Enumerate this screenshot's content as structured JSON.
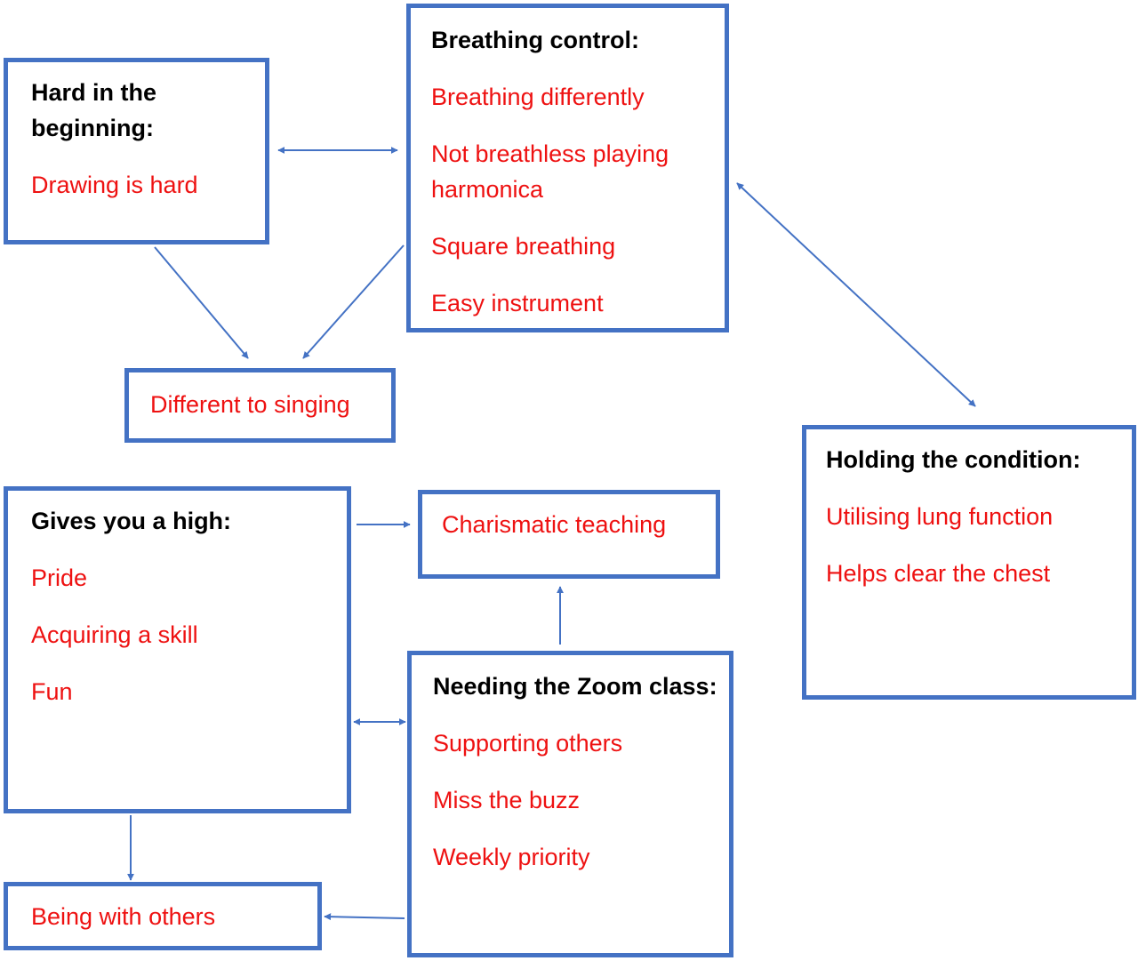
{
  "colors": {
    "box_border": "#4472c4",
    "arrow": "#4472c4",
    "heading_text": "#000000",
    "item_text": "#ee1111"
  },
  "boxes": {
    "hard_beginning": {
      "heading_line1": "Hard in the",
      "heading_line2": "beginning:",
      "items": [
        "Drawing is hard"
      ]
    },
    "breathing_control": {
      "heading": "Breathing control:",
      "items": [
        "Breathing differently",
        "Not breathless playing",
        "harmonica",
        "Square breathing",
        "Easy instrument"
      ]
    },
    "different_singing": {
      "items": [
        "Different to singing"
      ]
    },
    "holding_condition": {
      "heading": "Holding the condition:",
      "items": [
        "Utilising lung function",
        "Helps clear the chest"
      ]
    },
    "gives_high": {
      "heading": "Gives you a high:",
      "items": [
        "Pride",
        "Acquiring a skill",
        "Fun"
      ]
    },
    "charismatic_teaching": {
      "items": [
        "Charismatic teaching"
      ]
    },
    "needing_zoom": {
      "heading": "Needing the Zoom class:",
      "items": [
        "Supporting others",
        "Miss the buzz",
        "Weekly priority"
      ]
    },
    "being_with_others": {
      "items": [
        "Being with others"
      ]
    }
  }
}
